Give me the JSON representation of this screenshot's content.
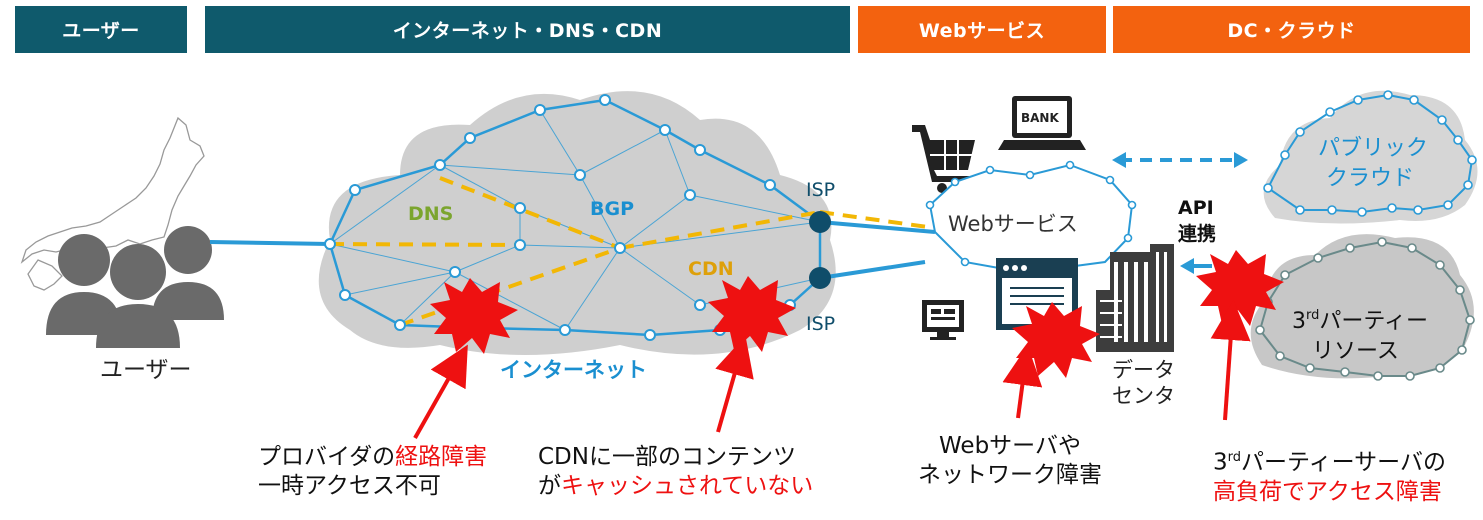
{
  "header": {
    "user": "ユーザー",
    "internet": "インターネット・DNS・CDN",
    "web": "Webサービス",
    "dc": "DC・クラウド"
  },
  "colors": {
    "header_teal": "#0f5a6c",
    "header_orange": "#f3620f",
    "cloud_fill": "#cfcfcf",
    "network_line": "#2a9ad6",
    "dashed_route": "#f2b705",
    "label_green": "#7ba52e",
    "label_blue": "#1a8fd0",
    "error_red": "#ee1111"
  },
  "labels": {
    "user": "ユーザー",
    "internet": "インターネット",
    "dns": "DNS",
    "bgp": "BGP",
    "cdn": "CDN",
    "isp_top": "ISP",
    "isp_bottom": "ISP",
    "web_service": "Webサービス",
    "bank": "BANK",
    "api_line1": "API",
    "api_line2": "連携",
    "public_cloud_line1": "パブリック",
    "public_cloud_line2": "クラウド",
    "third_party_prefix": "3",
    "third_party_sup": "rd",
    "third_party_rest": "パーティー",
    "third_party_line2": "リソース",
    "datacenter_line1": "データ",
    "datacenter_line2": "センタ"
  },
  "captions": {
    "provider": {
      "line1_plain": "プロバイダの",
      "line1_red": "経路障害",
      "line2": "一時アクセス不可"
    },
    "cdn": {
      "line1": "CDNに一部のコンテンツ",
      "line2_plain": "が",
      "line2_red": "キャッシュされていない"
    },
    "web": {
      "line1": "Webサーバや",
      "line2": "ネットワーク障害"
    },
    "third": {
      "line1_prefix": "3",
      "line1_sup": "rd",
      "line1_rest": "パーティーサーバの",
      "line2_red": "高負荷でアクセス障害"
    }
  },
  "icons": [
    "japan-map-icon",
    "users-icon",
    "shopping-cart-icon",
    "laptop-bank-icon",
    "monitor-icon",
    "browser-window-icon",
    "building-icon",
    "explosion-icon"
  ]
}
